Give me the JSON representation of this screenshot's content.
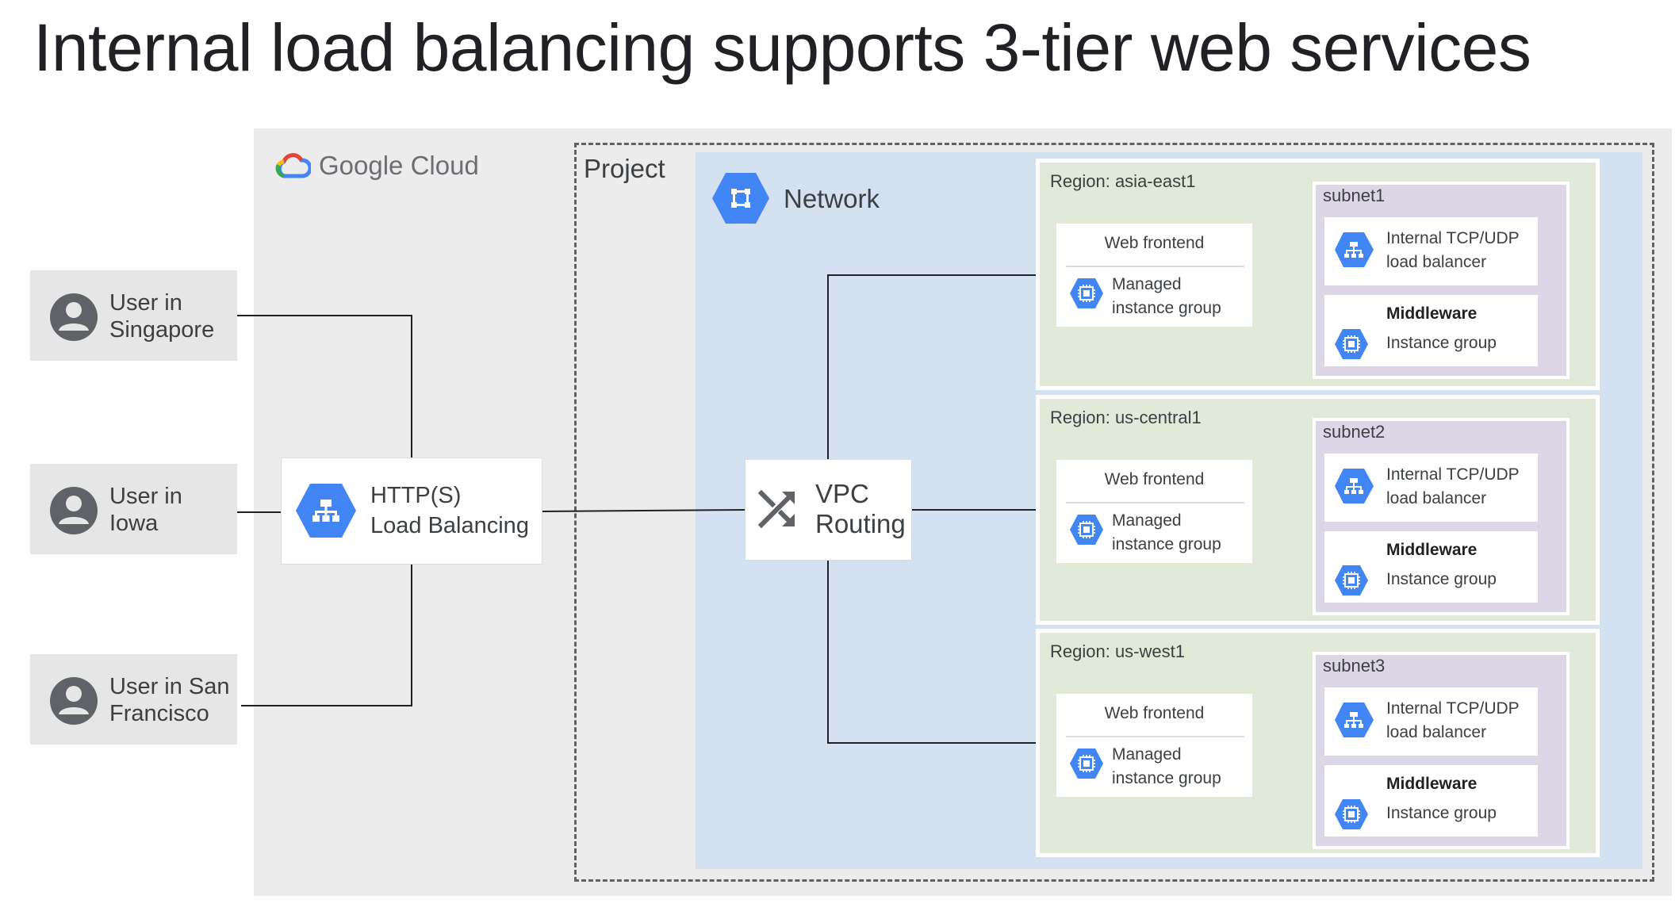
{
  "title": "Internal load balancing supports 3-tier web services",
  "brand": {
    "name": "Google Cloud"
  },
  "project": {
    "label": "Project"
  },
  "network": {
    "label": "Network"
  },
  "users": [
    {
      "line1": "User in",
      "line2": "Singapore"
    },
    {
      "line1": "User in",
      "line2": "Iowa"
    },
    {
      "line1": "User in San",
      "line2": "Francisco"
    }
  ],
  "load_balancer": {
    "line1": "HTTP(S)",
    "line2": "Load Balancing"
  },
  "vpc": {
    "line1": "VPC",
    "line2": "Routing"
  },
  "regions": [
    {
      "label": "Region: asia-east1",
      "subnet": "subnet1",
      "web_frontend": "Web frontend",
      "mig_line1": "Managed",
      "mig_line2": "instance group",
      "ilb_line1": "Internal TCP/UDP",
      "ilb_line2": "load balancer",
      "middleware": "Middleware",
      "ig": "Instance group"
    },
    {
      "label": "Region: us-central1",
      "subnet": "subnet2",
      "web_frontend": "Web frontend",
      "mig_line1": "Managed",
      "mig_line2": "instance group",
      "ilb_line1": "Internal TCP/UDP",
      "ilb_line2": "load balancer",
      "middleware": "Middleware",
      "ig": "Instance group"
    },
    {
      "label": "Region: us-west1",
      "subnet": "subnet3",
      "web_frontend": "Web frontend",
      "mig_line1": "Managed",
      "mig_line2": "instance group",
      "ilb_line1": "Internal TCP/UDP",
      "ilb_line2": "load balancer",
      "middleware": "Middleware",
      "ig": "Instance group"
    }
  ],
  "colors": {
    "hex_blue": "#4285f4",
    "network_bg": "#d3e1f0",
    "region_bg": "#e1ead8",
    "subnet_bg": "#dcd6e6",
    "panel_bg": "#ececec"
  },
  "icons": {
    "brand": "google-cloud-logo",
    "network": "network-hex-icon",
    "user": "user-avatar-icon",
    "load_balancer": "load-balancer-hex-icon",
    "vpc": "shuffle-routing-icon",
    "compute": "compute-chip-hex-icon"
  }
}
